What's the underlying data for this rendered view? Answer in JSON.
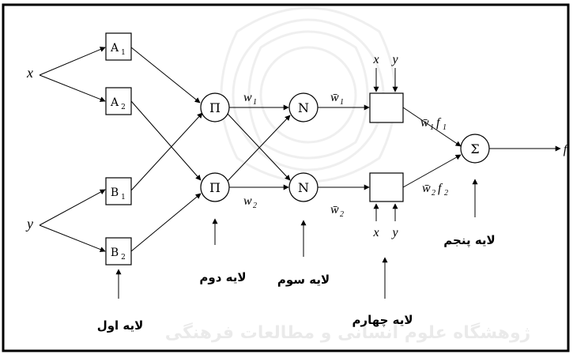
{
  "inputs": {
    "x": "x",
    "y": "y"
  },
  "layer1": {
    "nodes": [
      {
        "main": "A",
        "sub": "1"
      },
      {
        "main": "A",
        "sub": "2"
      },
      {
        "main": "B",
        "sub": "1"
      },
      {
        "main": "B",
        "sub": "2"
      }
    ],
    "label": "لایه اول"
  },
  "layer2": {
    "symbol": "Π",
    "weights": [
      {
        "main": "w",
        "sub": "1"
      },
      {
        "main": "w",
        "sub": "2"
      }
    ],
    "label": "لایه دوم"
  },
  "layer3": {
    "symbol": "N",
    "weights": [
      {
        "main": "w̄",
        "sub": "1"
      },
      {
        "main": "w̄",
        "sub": "2"
      }
    ],
    "label": "لایه سوم"
  },
  "layer4": {
    "inputs_top": [
      "x",
      "y"
    ],
    "inputs_bottom": [
      "x",
      "y"
    ],
    "outputs": [
      {
        "w": "w̄",
        "wsub": "1",
        "f": "f",
        "fsub": "1"
      },
      {
        "w": "w̄",
        "wsub": "2",
        "f": "f",
        "fsub": "2"
      }
    ],
    "label": "لایه چهارم"
  },
  "layer5": {
    "symbol": "Σ",
    "output": "f",
    "label": "لایه پنجم"
  },
  "watermark_text": "ژوهشگاه علوم انسانی و مطالعات فرهنگی"
}
